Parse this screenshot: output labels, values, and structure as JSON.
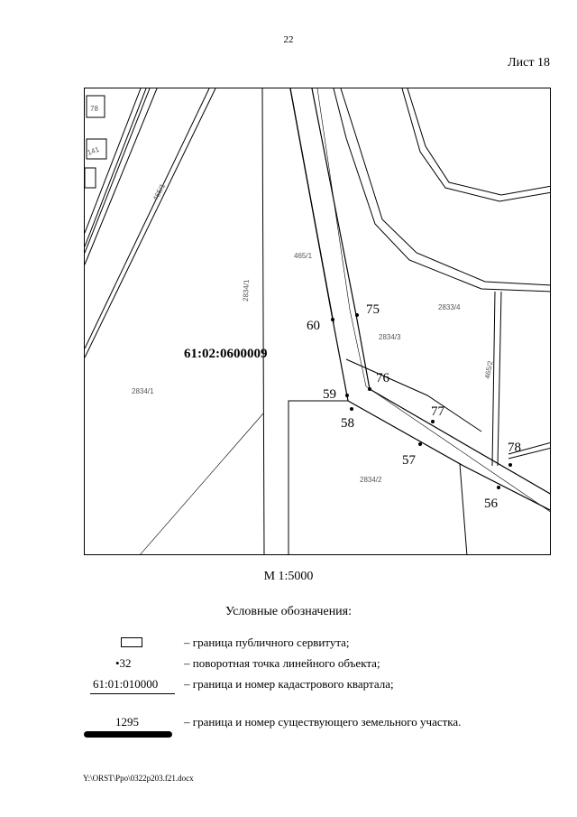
{
  "page_number": "22",
  "sheet_label": "Лист 18",
  "map": {
    "quarter_label": "61:02:0600009",
    "parcels": [
      "78",
      "141",
      "465/1",
      "465/1",
      "2834/1",
      "2834/1",
      "2833/4",
      "2834/3",
      "465/2",
      "2834/2"
    ],
    "points": [
      "60",
      "75",
      "76",
      "59",
      "58",
      "77",
      "57",
      "78",
      "56"
    ]
  },
  "scale": "М 1:5000",
  "legend": {
    "title": "Условные обозначения:",
    "items": [
      {
        "symbol": "",
        "description": "– граница публичного сервитута;"
      },
      {
        "symbol": "•32",
        "description": "– поворотная точка линейного объекта;"
      },
      {
        "symbol": "61:01:010000",
        "description": "– граница и номер кадастрового квартала;"
      },
      {
        "symbol": "1295",
        "description": "– граница и номер существующего земельного участка."
      }
    ]
  },
  "footer": "Y:\\ORST\\Ppo\\0322p203.f21.docx"
}
